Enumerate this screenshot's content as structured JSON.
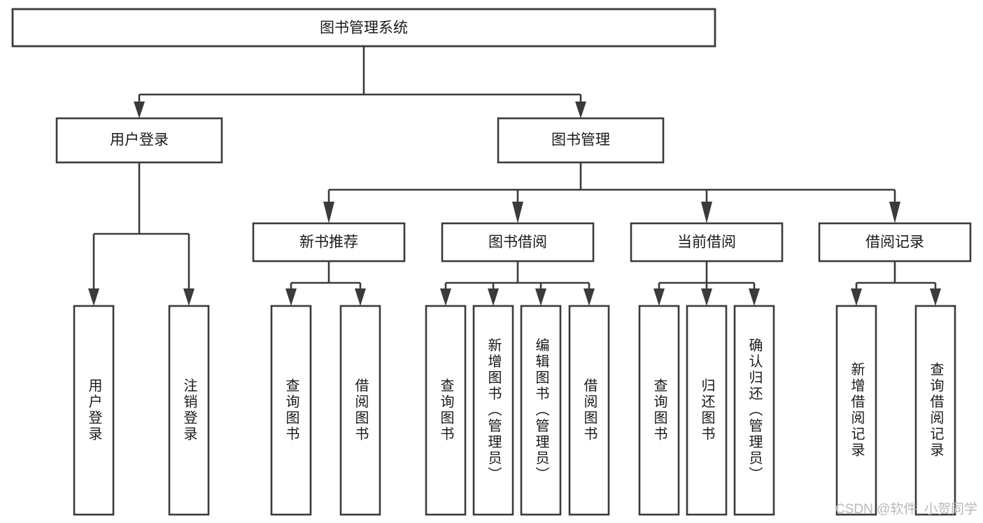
{
  "diagram": {
    "title": "图书管理系统",
    "type": "tree-hierarchy-diagram",
    "colors": {
      "stroke": "#3b3b3b",
      "fill": "#ffffff",
      "text": "#1a1a1a",
      "watermark": "#b9b9b9",
      "background": "#ffffff"
    },
    "root": {
      "label": "图书管理系统"
    },
    "level2": [
      {
        "label": "用户登录"
      },
      {
        "label": "图书管理"
      }
    ],
    "level3": [
      {
        "label": "新书推荐"
      },
      {
        "label": "图书借阅"
      },
      {
        "label": "当前借阅"
      },
      {
        "label": "借阅记录"
      }
    ],
    "leaves": {
      "user_login": [
        {
          "label": "用户登录"
        },
        {
          "label": "注销登录"
        }
      ],
      "new_book_recommend": [
        {
          "label": "查询图书"
        },
        {
          "label": "借阅图书"
        }
      ],
      "book_borrow": [
        {
          "label": "查询图书"
        },
        {
          "label": "新增图书（管理员）"
        },
        {
          "label": "编辑图书（管理员）"
        },
        {
          "label": "借阅图书"
        }
      ],
      "current_borrow": [
        {
          "label": "查询图书"
        },
        {
          "label": "归还图书"
        },
        {
          "label": "确认归还（管理员）"
        }
      ],
      "borrow_record": [
        {
          "label": "新增借阅记录"
        },
        {
          "label": "查询借阅记录"
        }
      ]
    },
    "watermark": "CSDN @软件_小贺同学"
  }
}
